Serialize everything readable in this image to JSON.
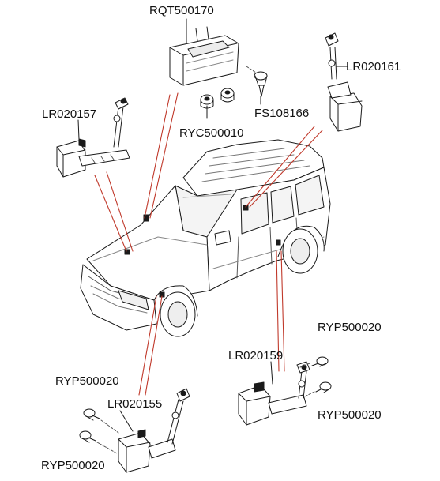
{
  "labels": {
    "ecu": "RQT500170",
    "nut": "RYC500010",
    "bolt_clip": "FS108166",
    "front_left_sensor": "LR020157",
    "rear_right_sensor": "LR020161",
    "rear_left_sensor": "LR020159",
    "front_right_sensor": "LR020155",
    "bolt_rear_upper": "RYP500020",
    "bolt_rear_lower": "RYP500020",
    "bolt_front_upper": "RYP500020",
    "bolt_front_lower": "RYP500020"
  },
  "colors": {
    "leader_line": "#c0392b",
    "part_stroke": "#1a1a1a",
    "part_fill": "#ffffff",
    "shade": "#e4e4e4"
  }
}
